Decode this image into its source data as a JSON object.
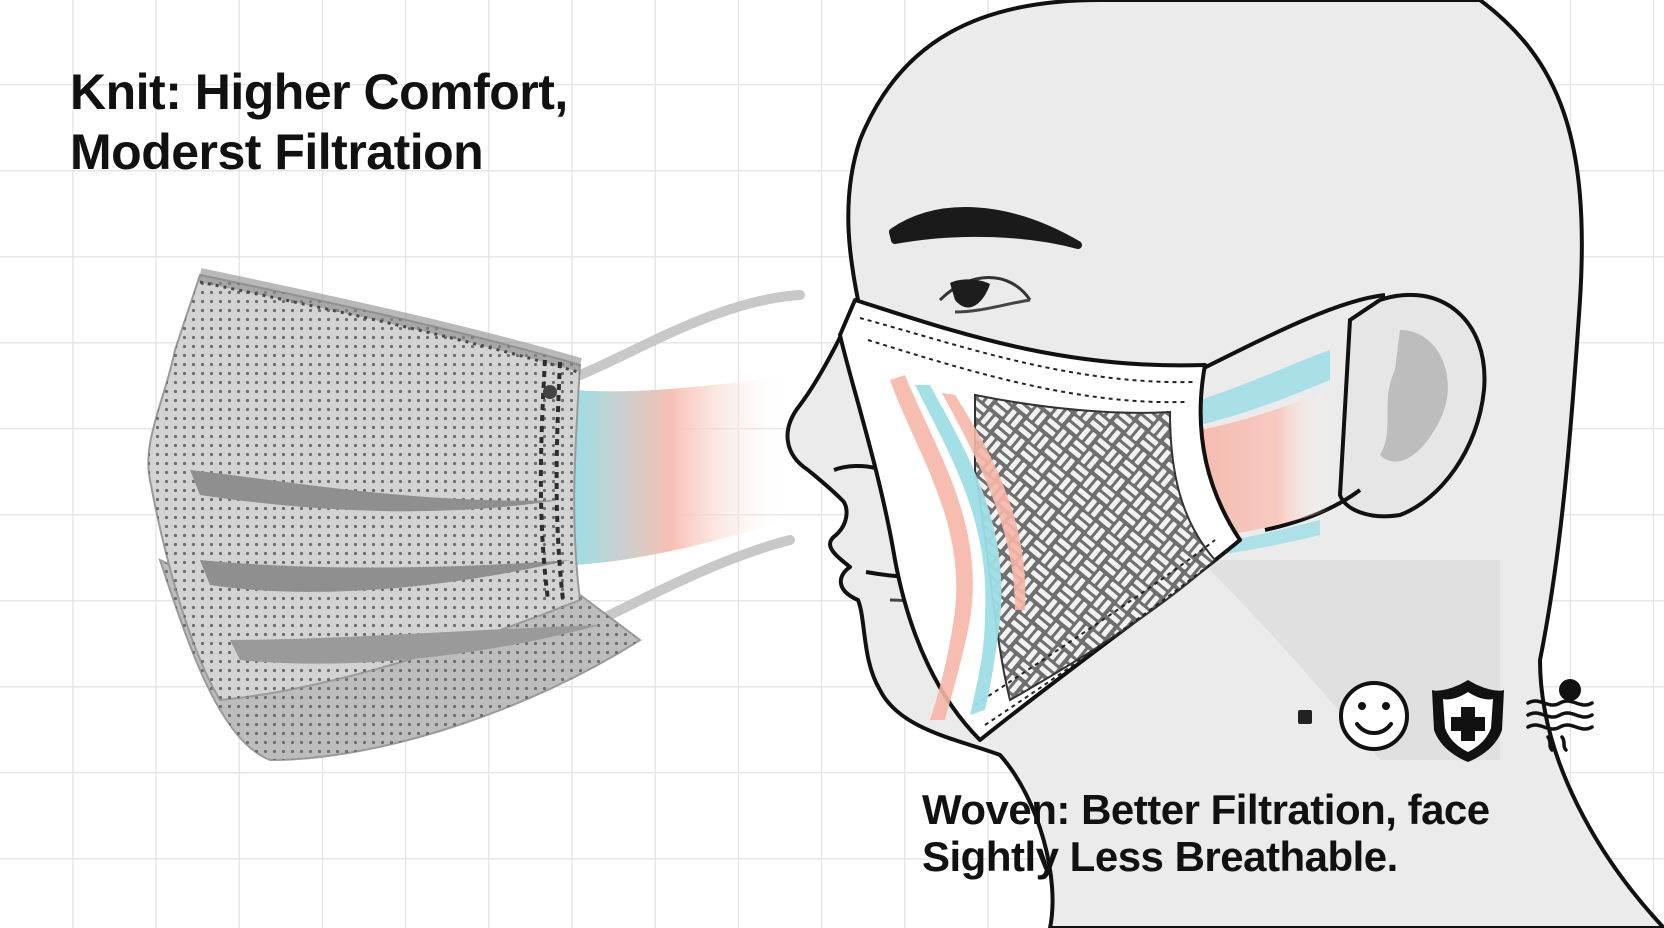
{
  "knit_caption": {
    "line1": "Knit: Higher Comfort,",
    "line2": "Moderst Filtration"
  },
  "woven_caption": {
    "line1": "Woven: Better Filtration, face",
    "line2": "Sightly Less Breathable."
  },
  "icons": [
    "small-square-icon",
    "smiley-face-icon",
    "shield-plus-icon",
    "airflow-waves-icon"
  ],
  "colors": {
    "airflow_blue": "#9edde6",
    "airflow_pink": "#f7b6a8",
    "mask_gray": "#c9c9c9",
    "outline": "#111111"
  }
}
